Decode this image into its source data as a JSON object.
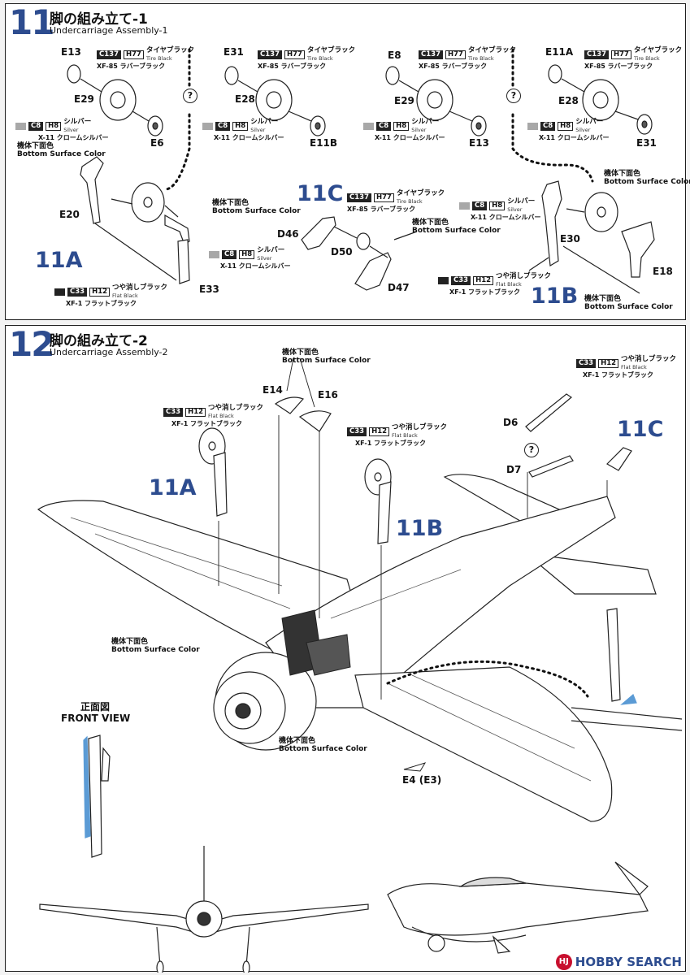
{
  "step11": {
    "number": "11",
    "title_jp": "脚の組み立て-1",
    "title_en": "Undercarriage Assembly-1",
    "parts": {
      "e13a": "E13",
      "e29a": "E29",
      "e6": "E6",
      "e31a": "E31",
      "e28a": "E28",
      "e11b": "E11B",
      "e8": "E8",
      "e29b": "E29",
      "e13b": "E13",
      "e11a": "E11A",
      "e28b": "E28",
      "e31b": "E31",
      "e20": "E20",
      "e33": "E33",
      "d46": "D46",
      "d50": "D50",
      "d47": "D47",
      "e30": "E30",
      "e18": "E18"
    },
    "subassemblies": {
      "a": "11A",
      "b": "11B",
      "c": "11C"
    },
    "qmark": "?"
  },
  "step12": {
    "number": "12",
    "title_jp": "脚の組み立て-2",
    "title_en": "Undercarriage Assembly-2",
    "parts": {
      "e14": "E14",
      "e16": "E16",
      "d6": "D6",
      "d7": "D7",
      "e4": "E4 (E3)"
    },
    "subassemblies": {
      "a": "11A",
      "b": "11B",
      "c": "11C"
    },
    "front_view_jp": "正面図",
    "front_view_en": "FRONT VIEW",
    "qmark": "?"
  },
  "paints": {
    "tire": {
      "c": "C137",
      "h": "H77",
      "jp": "タイヤブラック",
      "en": "Tire Black",
      "xf": "XF-85 ラバーブラック"
    },
    "silver": {
      "c": "C8",
      "h": "H8",
      "jp": "シルバー",
      "en": "Silver",
      "xf": "X-11 クロームシルバー"
    },
    "flatblack": {
      "c": "C33",
      "h": "H12",
      "jp": "つや消しブラック",
      "en": "Flat Black",
      "xf": "XF-1 フラットブラック"
    }
  },
  "bottom_color": {
    "jp": "機体下面色",
    "en": "Bottom Surface Color"
  },
  "watermark": {
    "logo": "HJ",
    "text": "HOBBY SEARCH"
  },
  "colors": {
    "accent_blue": "#2d4c8f",
    "paint_black": "#222222",
    "paint_silver": "#a8a8a8",
    "highlight_blue": "#5b9bd5"
  }
}
